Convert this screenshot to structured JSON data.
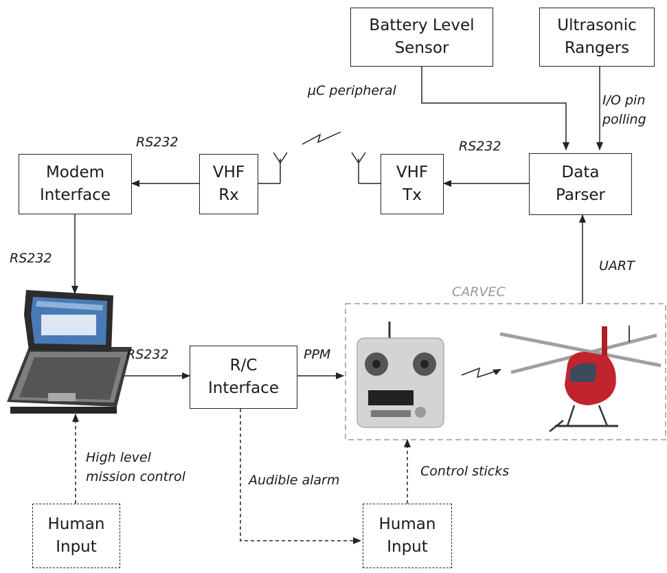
{
  "boxes": {
    "battery": [
      "Battery Level",
      "Sensor"
    ],
    "ultrasonic": [
      "Ultrasonic",
      "Rangers"
    ],
    "modem": [
      "Modem",
      "Interface"
    ],
    "vhf_rx": [
      "VHF",
      "Rx"
    ],
    "vhf_tx": [
      "VHF",
      "Tx"
    ],
    "parser": [
      "Data",
      "Parser"
    ],
    "rc_interface": [
      "R/C",
      "Interface"
    ],
    "human_left": [
      "Human",
      "Input"
    ],
    "human_right": [
      "Human",
      "Input"
    ]
  },
  "labels": {
    "uc_peripheral": "µC peripheral",
    "io_pin": [
      "I/O pin",
      "polling"
    ],
    "rs232_rx": "RS232",
    "rs232_tx": "RS232",
    "rs232_modem": "RS232",
    "rs232_laptop": "RS232",
    "ppm": "PPM",
    "uart": "UART",
    "high_level": [
      "High level",
      "mission control"
    ],
    "audible_alarm": "Audible alarm",
    "control_sticks": "Control sticks"
  },
  "carvec": {
    "title": "CARVEC"
  }
}
